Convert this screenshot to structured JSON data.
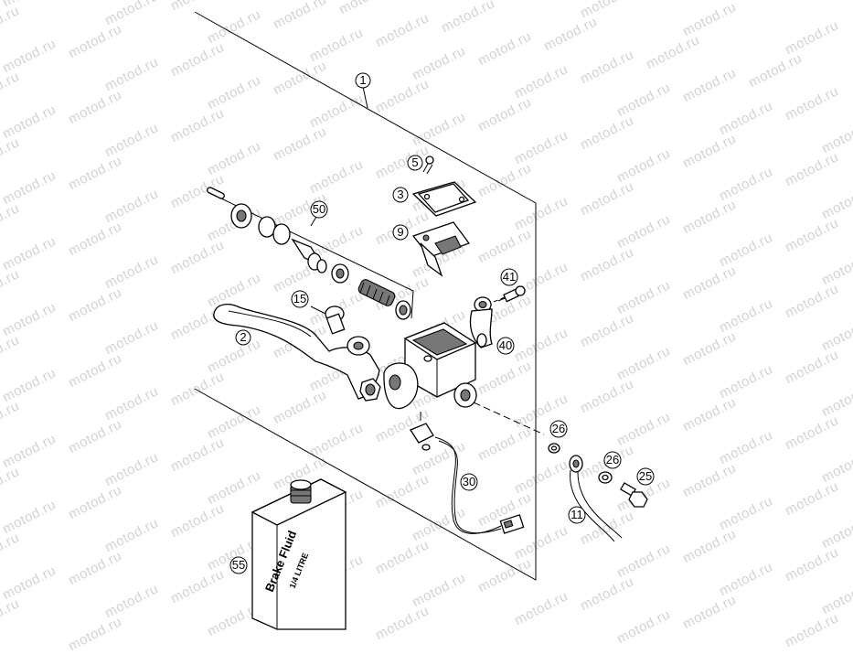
{
  "watermark": "motod.ru",
  "callouts": {
    "c1": "1",
    "c2": "2",
    "c3": "3",
    "c5": "5",
    "c9": "9",
    "c11": "11",
    "c15": "15",
    "c25": "25",
    "c26a": "26",
    "c26b": "26",
    "c30": "30",
    "c40": "40",
    "c41": "41",
    "c50": "50",
    "c55": "55"
  },
  "bottle": {
    "line1": "Brake Fluid",
    "line2": "1/4 LITRE"
  }
}
